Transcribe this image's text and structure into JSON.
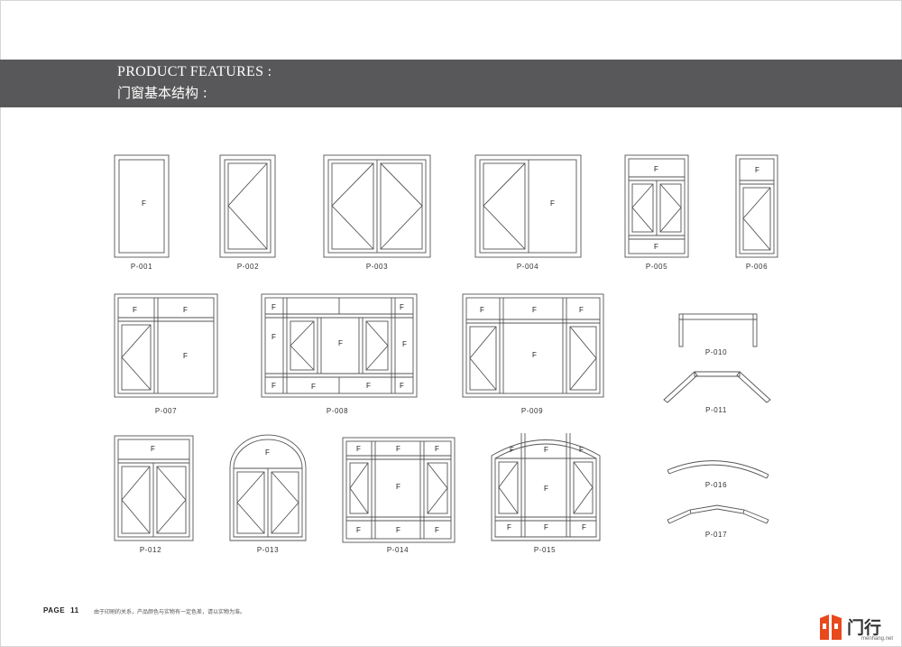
{
  "header": {
    "title_en": "PRODUCT FEATURES :",
    "title_cn": "门窗基本结构 :"
  },
  "pane_label": "F",
  "products": [
    {
      "code": "P-001"
    },
    {
      "code": "P-002"
    },
    {
      "code": "P-003"
    },
    {
      "code": "P-004"
    },
    {
      "code": "P-005"
    },
    {
      "code": "P-006"
    },
    {
      "code": "P-007"
    },
    {
      "code": "P-008"
    },
    {
      "code": "P-009"
    },
    {
      "code": "P-010"
    },
    {
      "code": "P-011"
    },
    {
      "code": "P-012"
    },
    {
      "code": "P-013"
    },
    {
      "code": "P-014"
    },
    {
      "code": "P-015"
    },
    {
      "code": "P-016"
    },
    {
      "code": "P-017"
    }
  ],
  "footer": {
    "page_label": "PAGE",
    "page_number": "11",
    "disclaimer": "由于印刷的关系，产品颜色与实物有一定色差，请以实物为准。"
  },
  "brand": {
    "logo_icon": "brand-logo-icon",
    "name": "门行",
    "url": "menhang.net",
    "accent_color": "#e8491d"
  }
}
